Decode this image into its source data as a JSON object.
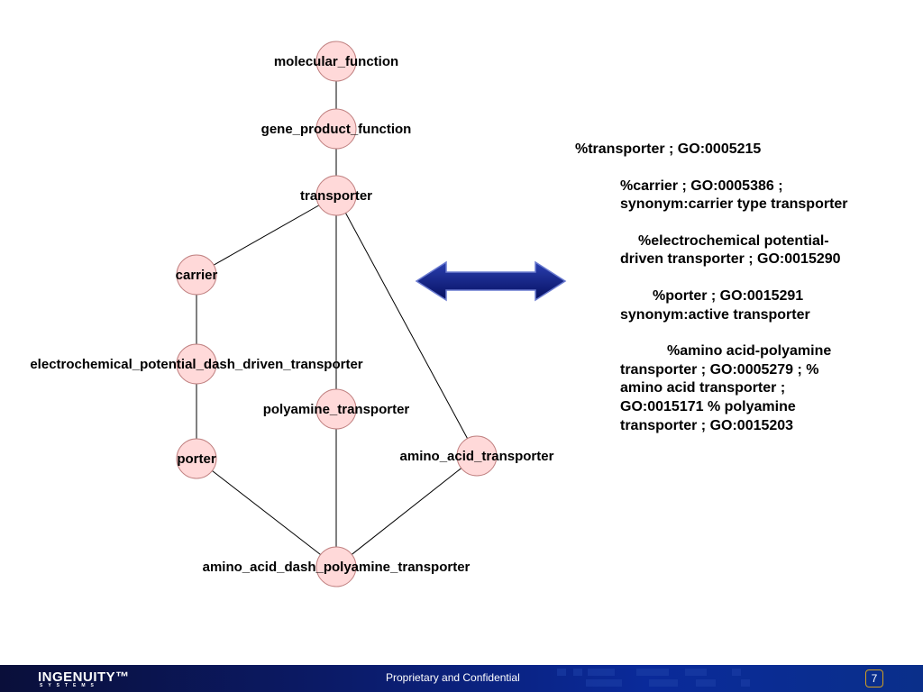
{
  "diagram": {
    "nodes": [
      {
        "id": "molecular_function",
        "label": "molecular_function"
      },
      {
        "id": "gene_product_function",
        "label": "gene_product_function"
      },
      {
        "id": "transporter",
        "label": "transporter"
      },
      {
        "id": "carrier",
        "label": "carrier"
      },
      {
        "id": "electrochemical",
        "label": "electrochemical_potential_dash_driven_transporter"
      },
      {
        "id": "polyamine",
        "label": "polyamine_transporter"
      },
      {
        "id": "porter",
        "label": "porter"
      },
      {
        "id": "amino_acid",
        "label": "amino_acid_transporter"
      },
      {
        "id": "aa_polyamine",
        "label": "amino_acid_dash_polyamine_transporter"
      }
    ],
    "edges": [
      [
        "molecular_function",
        "gene_product_function"
      ],
      [
        "gene_product_function",
        "transporter"
      ],
      [
        "transporter",
        "carrier"
      ],
      [
        "transporter",
        "polyamine"
      ],
      [
        "transporter",
        "amino_acid"
      ],
      [
        "carrier",
        "electrochemical"
      ],
      [
        "electrochemical",
        "porter"
      ],
      [
        "polyamine",
        "aa_polyamine"
      ],
      [
        "porter",
        "aa_polyamine"
      ],
      [
        "amino_acid",
        "aa_polyamine"
      ]
    ],
    "node_fill": "#ffd9d9",
    "node_stroke": "#c08080",
    "arrow_color": "#0a1a7a"
  },
  "go_text": {
    "transporter": "%transporter ; GO:0005215",
    "carrier_1": "%carrier ; GO:0005386 ;",
    "carrier_2": "synonym:carrier type transporter",
    "electro_1": "%electrochemical potential-",
    "electro_2": "driven transporter ; GO:0015290",
    "porter_1": "%porter ; GO:0015291",
    "porter_2": "synonym:active transporter",
    "amino_1": "%amino acid-polyamine",
    "amino_2": "transporter ; GO:0005279 ; %",
    "amino_3": "amino acid transporter ;",
    "amino_4": "GO:0015171 % polyamine",
    "amino_5": "transporter ; GO:0015203"
  },
  "footer": {
    "logo": "INGENUITY™",
    "logo_sub": "SYSTEMS",
    "text": "Proprietary and Confidential",
    "page": "7"
  }
}
